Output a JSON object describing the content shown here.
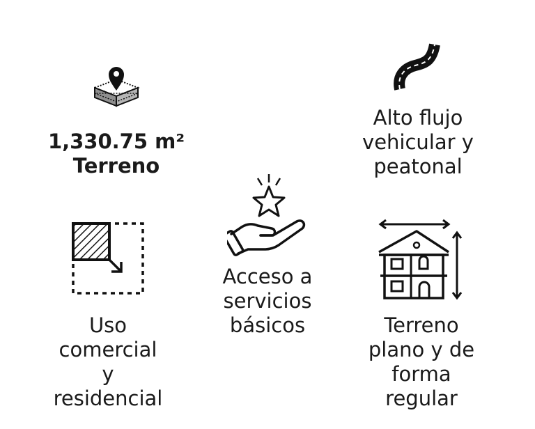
{
  "colors": {
    "text": "#1a1a1a",
    "icon": "#111111",
    "icon_fill_gray": "#8f8f8f",
    "icon_fill_light": "#d8d8d8"
  },
  "features": {
    "land": {
      "icon": "land-pin-icon",
      "lines": [
        "1,330.75 m²",
        "Terreno"
      ]
    },
    "traffic": {
      "icon": "road-icon",
      "lines": [
        "Alto flujo",
        "vehicular y",
        "peatonal"
      ]
    },
    "services": {
      "icon": "hand-star-icon",
      "lines": [
        "Acceso a",
        "servicios",
        "básicos"
      ]
    },
    "usage": {
      "icon": "resize-area-icon",
      "lines": [
        "Uso",
        "comercial",
        "y",
        "residencial"
      ]
    },
    "shape": {
      "icon": "house-dimensions-icon",
      "lines": [
        "Terreno",
        "plano y de",
        "forma",
        "regular"
      ]
    }
  }
}
